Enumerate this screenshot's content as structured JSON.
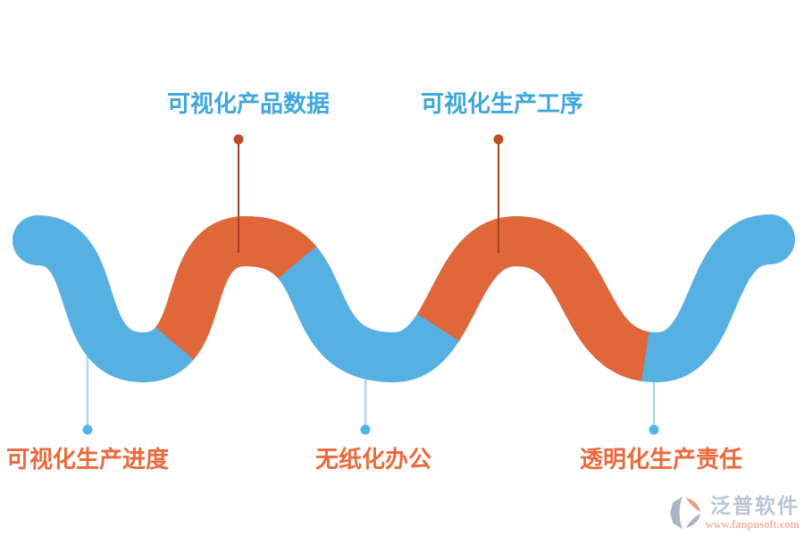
{
  "diagram": {
    "description": "Serpentine ribbon infographic with five feature callouts",
    "wave": {
      "blue": "#57b0e2",
      "orange": "#e0673a"
    },
    "connectors": {
      "orange_line": "#a84020",
      "orange_dot": "#bf4a24",
      "blue_line": "#a8d9f3",
      "blue_dot": "#52b5e8"
    },
    "labels": {
      "top_color": "#3ea7dc",
      "bottom_color": "#eb6a3c",
      "top": [
        {
          "text": "可视化产品数据"
        },
        {
          "text": "可视化生产工序"
        }
      ],
      "bottom": [
        {
          "text": "可视化生产进度"
        },
        {
          "text": "无纸化办公"
        },
        {
          "text": "透明化生产责任"
        }
      ]
    }
  },
  "watermark": {
    "brand": "泛普软件",
    "url": "www.fanpusoft.com",
    "brand_color": "#b6c1d3",
    "url_color": "#f0b2a1",
    "icon_gray": "#a6b0c3",
    "icon_orange": "#e8997f"
  }
}
